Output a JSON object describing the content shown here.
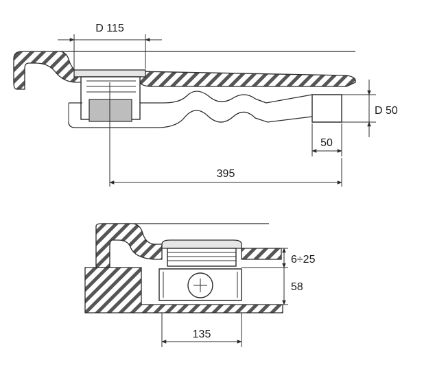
{
  "top_view": {
    "dim_drain_diameter": "D 115",
    "dim_outlet_diameter": "D 50",
    "dim_outlet_length": "50",
    "dim_total_length": "395"
  },
  "bottom_view": {
    "dim_height_range": "6÷25",
    "dim_height": "58",
    "dim_width": "135"
  },
  "colors": {
    "line": "#2b2b2b",
    "hatch": "#2b2b2b",
    "fill": "#ffffff",
    "shade": "#e6e6e6"
  }
}
